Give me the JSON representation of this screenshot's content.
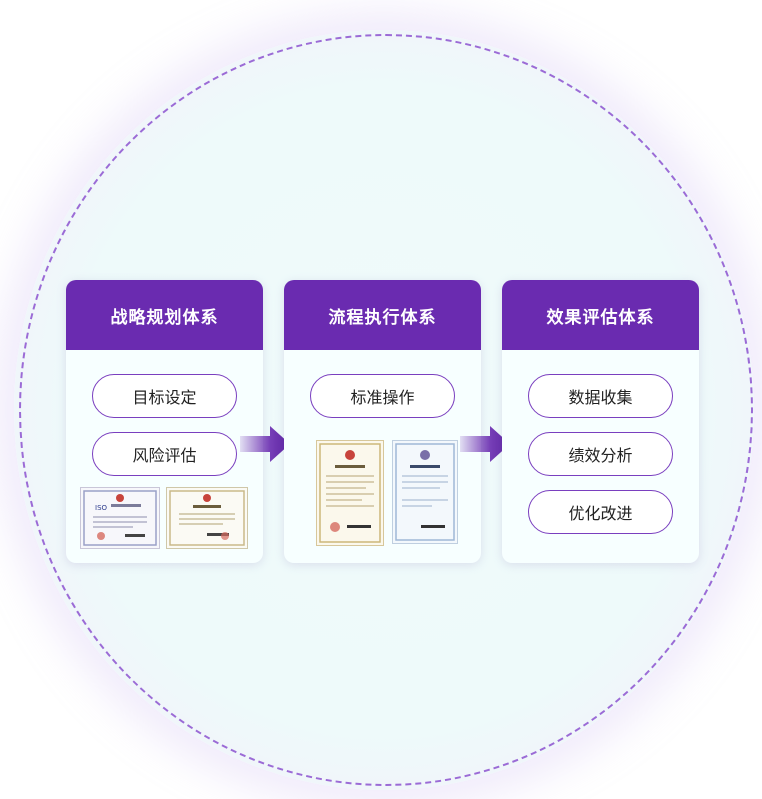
{
  "colors": {
    "header": "#6a2bb0",
    "pill_border": "#7a3fbf",
    "ring": "#9b6bd6",
    "arrow": "#6a2bb0"
  },
  "cards": [
    {
      "title": "战略规划体系",
      "items": [
        "目标设定",
        "风险评估"
      ]
    },
    {
      "title": "流程执行体系",
      "items": [
        "标准操作"
      ]
    },
    {
      "title": "效果评估体系",
      "items": [
        "数据收集",
        "绩效分析",
        "优化改进"
      ]
    }
  ],
  "certificates": {
    "card1": [
      {
        "heading": "ISO"
      }
    ]
  }
}
